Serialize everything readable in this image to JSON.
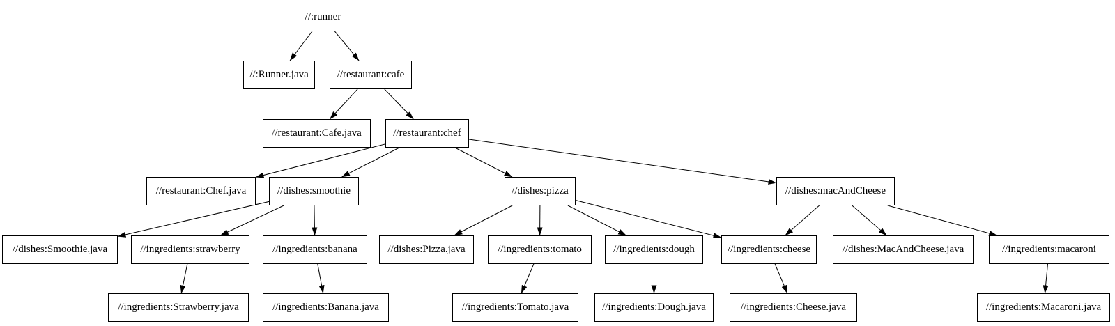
{
  "diagram": {
    "type": "dependency-graph",
    "background_color": "#ffffff",
    "node_fill_color": "#ffffff",
    "node_border_color": "#000000",
    "edge_color": "#000000",
    "nodes": {
      "runner": {
        "label": "//:runner"
      },
      "runner_java": {
        "label": "//:Runner.java"
      },
      "cafe": {
        "label": "//restaurant:cafe"
      },
      "cafe_java": {
        "label": "//restaurant:Cafe.java"
      },
      "chef": {
        "label": "//restaurant:chef"
      },
      "chef_java": {
        "label": "//restaurant:Chef.java"
      },
      "smoothie": {
        "label": "//dishes:smoothie"
      },
      "pizza": {
        "label": "//dishes:pizza"
      },
      "macandcheese": {
        "label": "//dishes:macAndCheese"
      },
      "smoothie_java": {
        "label": "//dishes:Smoothie.java"
      },
      "strawberry": {
        "label": "//ingredients:strawberry"
      },
      "banana": {
        "label": "//ingredients:banana"
      },
      "pizza_java": {
        "label": "//dishes:Pizza.java"
      },
      "tomato": {
        "label": "//ingredients:tomato"
      },
      "dough": {
        "label": "//ingredients:dough"
      },
      "cheese": {
        "label": "//ingredients:cheese"
      },
      "macandcheese_java": {
        "label": "//dishes:MacAndCheese.java"
      },
      "macaroni": {
        "label": "//ingredients:macaroni"
      },
      "strawberry_java": {
        "label": "//ingredients:Strawberry.java"
      },
      "banana_java": {
        "label": "//ingredients:Banana.java"
      },
      "tomato_java": {
        "label": "//ingredients:Tomato.java"
      },
      "dough_java": {
        "label": "//ingredients:Dough.java"
      },
      "cheese_java": {
        "label": "//ingredients:Cheese.java"
      },
      "macaroni_java": {
        "label": "//ingredients:Macaroni.java"
      }
    },
    "edges": [
      [
        "runner",
        "runner_java"
      ],
      [
        "runner",
        "cafe"
      ],
      [
        "cafe",
        "cafe_java"
      ],
      [
        "cafe",
        "chef"
      ],
      [
        "chef",
        "chef_java"
      ],
      [
        "chef",
        "smoothie"
      ],
      [
        "chef",
        "pizza"
      ],
      [
        "chef",
        "macandcheese"
      ],
      [
        "smoothie",
        "smoothie_java"
      ],
      [
        "smoothie",
        "strawberry"
      ],
      [
        "smoothie",
        "banana"
      ],
      [
        "strawberry",
        "strawberry_java"
      ],
      [
        "banana",
        "banana_java"
      ],
      [
        "pizza",
        "pizza_java"
      ],
      [
        "pizza",
        "tomato"
      ],
      [
        "pizza",
        "dough"
      ],
      [
        "pizza",
        "cheese"
      ],
      [
        "tomato",
        "tomato_java"
      ],
      [
        "dough",
        "dough_java"
      ],
      [
        "cheese",
        "cheese_java"
      ],
      [
        "macandcheese",
        "cheese"
      ],
      [
        "macandcheese",
        "macandcheese_java"
      ],
      [
        "macandcheese",
        "macaroni"
      ],
      [
        "macaroni",
        "macaroni_java"
      ]
    ]
  }
}
